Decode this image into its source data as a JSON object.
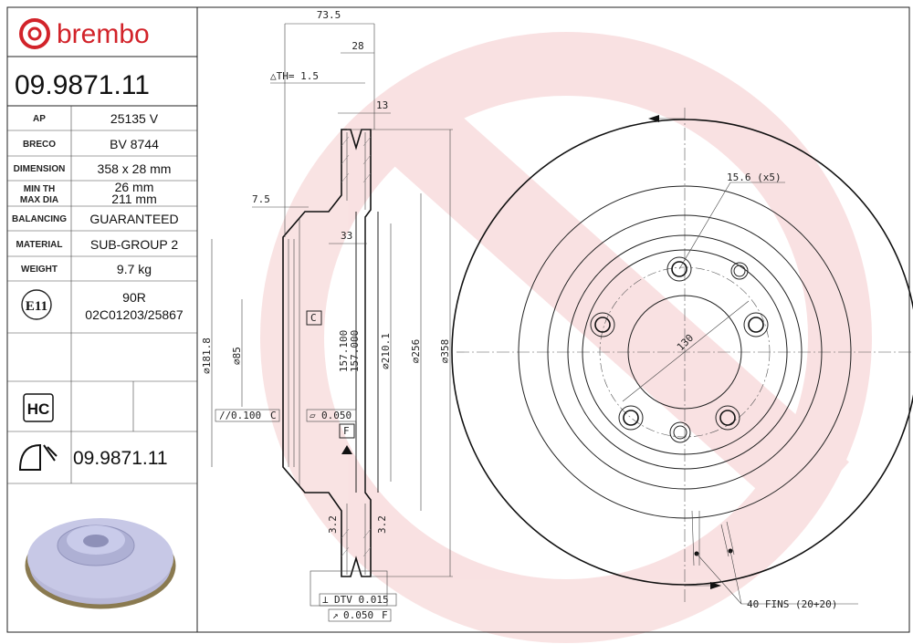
{
  "brand": {
    "name": "brembo",
    "color": "#d2232a"
  },
  "part_number": "09.9871.11",
  "specs": [
    {
      "label": "AP",
      "value": "25135 V"
    },
    {
      "label": "BRECO",
      "value": "BV 8744"
    },
    {
      "label": "DIMENSION",
      "value": "358 x 28 mm"
    },
    {
      "label": "MIN TH",
      "value": "26 mm"
    },
    {
      "label": "MAX DIA",
      "value": "211 mm"
    },
    {
      "label": "BALANCING",
      "value": "GUARANTEED"
    },
    {
      "label": "MATERIAL",
      "value": "SUB-GROUP 2"
    },
    {
      "label": "WEIGHT",
      "value": "9.7 kg"
    }
  ],
  "approval": {
    "mark": "E11",
    "code": "90R",
    "number": "02C01203/25867"
  },
  "hc_label": "HC",
  "part_number_bottom": "09.9871.11",
  "dimensions": {
    "overall_height": "73.5",
    "thickness": "28",
    "delta_th": "△TH= 1.5",
    "inner": "13",
    "offset": "7.5",
    "hat": "33",
    "d181": "⌀181.8",
    "d85": "⌀85",
    "d157a": "157.100",
    "d157b": "157.000",
    "d210": "⌀210.1",
    "d256": "⌀256",
    "d358": "⌀358",
    "holes": "15.6 (x5)",
    "bolt_circle": "130",
    "fins": "40 FINS (20+20)"
  },
  "tolerances": {
    "parallel": "0.100",
    "parallel_ref": "C",
    "flat": "0.050",
    "datum_c": "C",
    "datum_f": "F",
    "dtv": "DTV 0.015",
    "runout": "0.050",
    "runout_ref": "F",
    "rough_a": "3.2",
    "rough_b": "3.2"
  }
}
